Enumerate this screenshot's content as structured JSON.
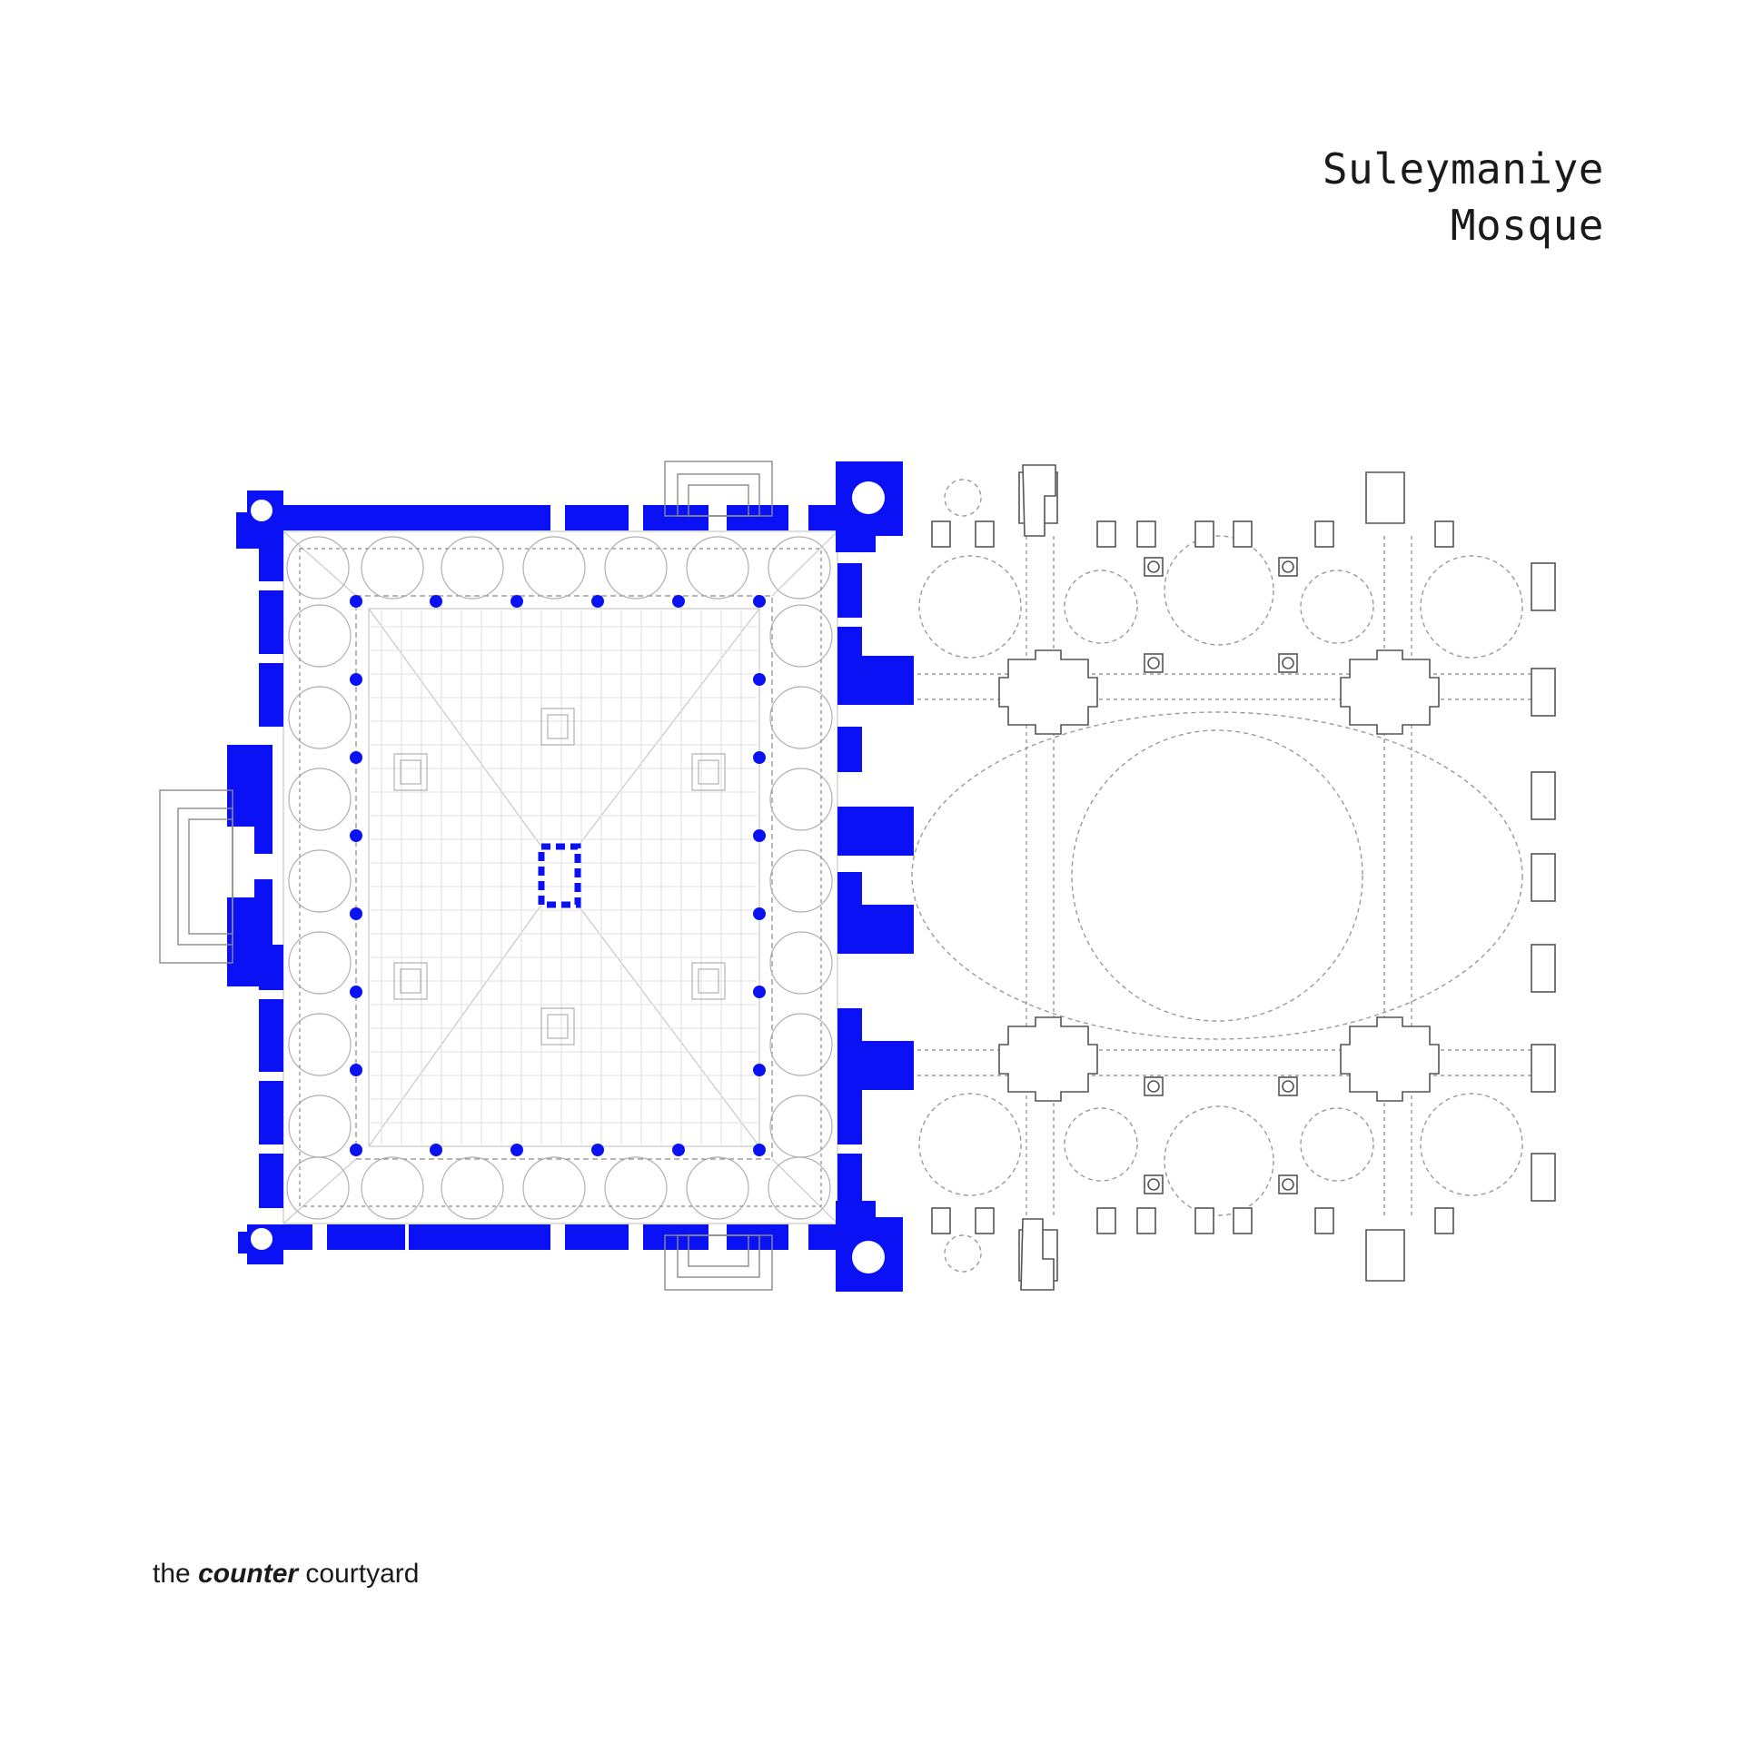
{
  "title": {
    "line1": "Suleymaniye",
    "line2": "Mosque"
  },
  "caption": {
    "prefix": "the",
    "emphasis": "counter",
    "suffix": "courtyard"
  },
  "colors": {
    "highlight": "#0a12f5",
    "line": "#555555",
    "light_line": "#b8b8b8",
    "text": "#1a1a1a",
    "background": "#ffffff"
  }
}
